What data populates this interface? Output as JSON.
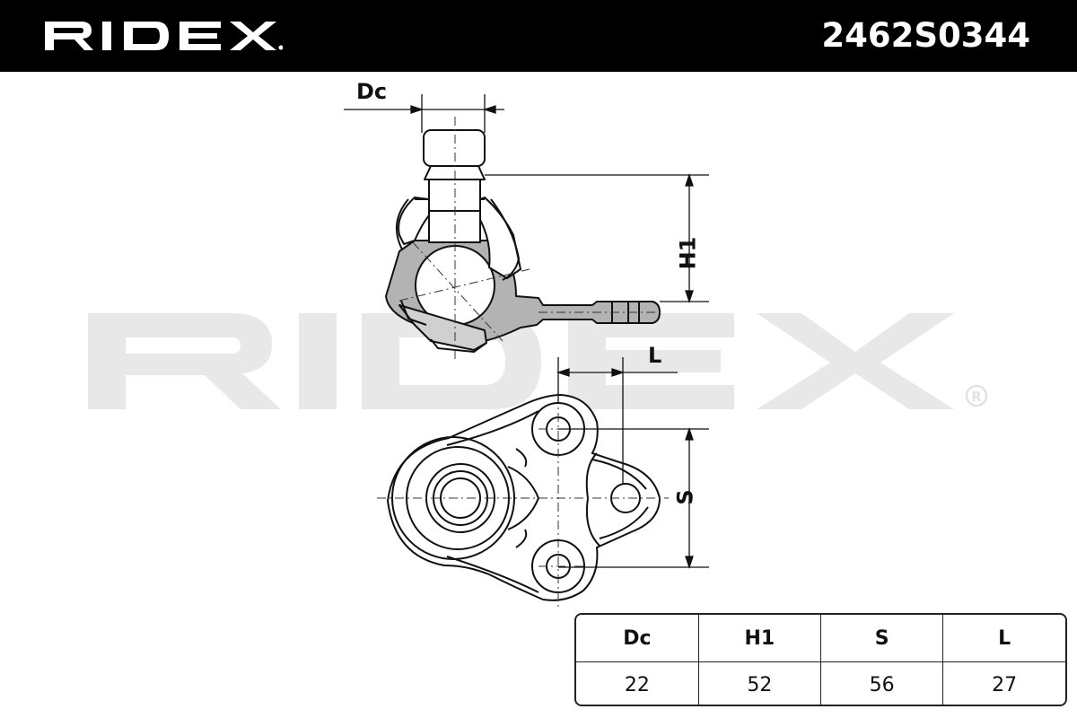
{
  "header": {
    "brand": "RIDEX",
    "part_number": "2462S0344"
  },
  "watermark": {
    "text": "RIDEX",
    "registered_mark": "®"
  },
  "dimension_labels": {
    "dc": "Dc",
    "h1": "H1",
    "l": "L",
    "s": "S"
  },
  "spec_table": {
    "headers": [
      "Dc",
      "H1",
      "S",
      "L"
    ],
    "values": [
      "22",
      "52",
      "56",
      "27"
    ]
  },
  "colors": {
    "header_bg": "#000000",
    "header_text": "#ffffff",
    "watermark": "#e6e6e6",
    "part_fill": "#b0b0b0",
    "line": "#111111"
  }
}
